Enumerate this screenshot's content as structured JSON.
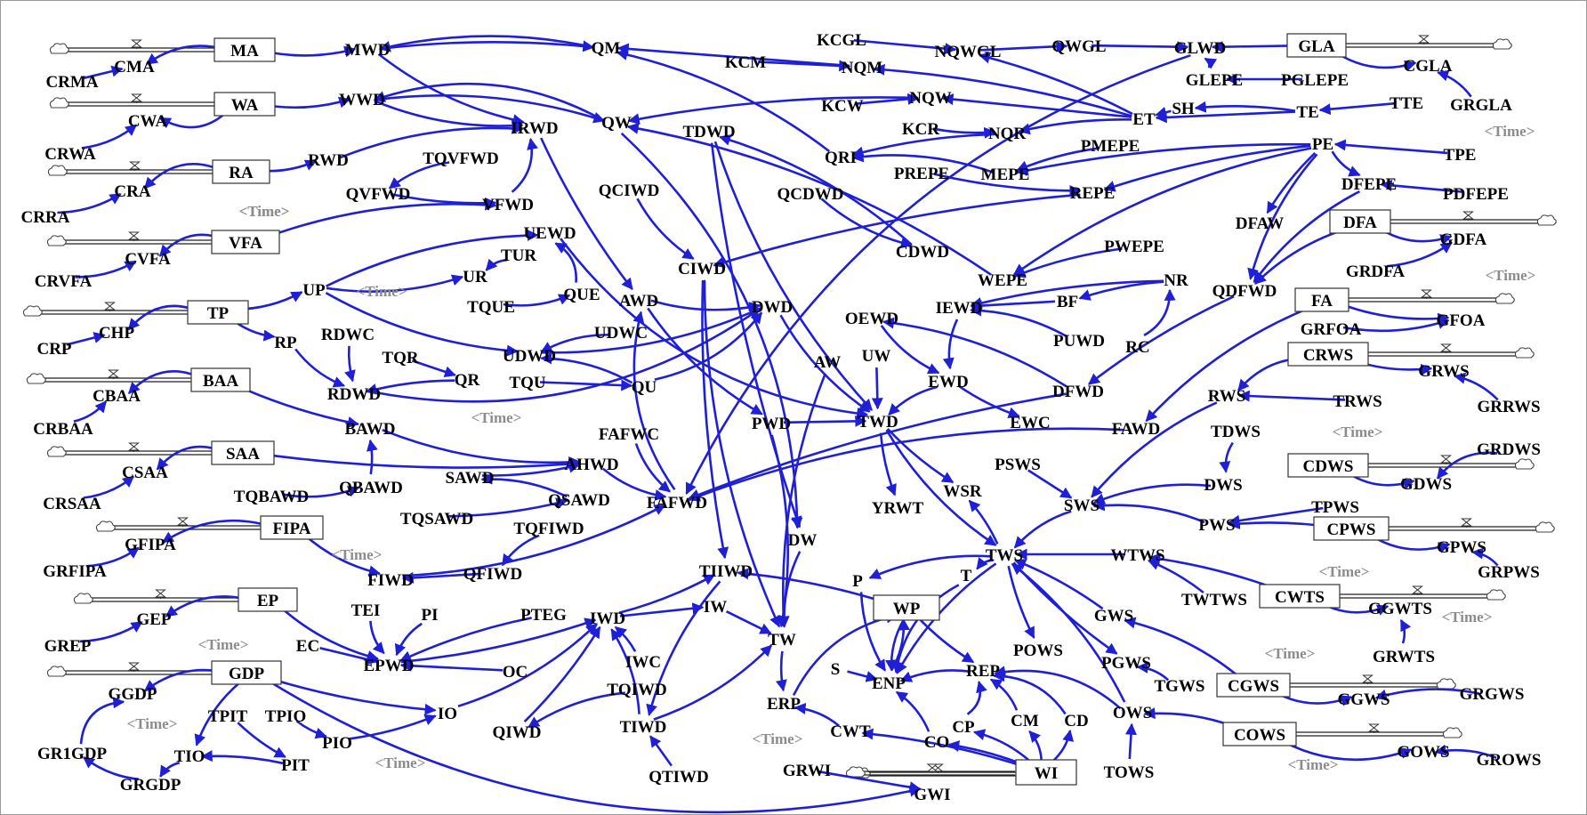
{
  "diagram": {
    "link_color": "#1f1fd6",
    "stocks": [
      {
        "id": "MA",
        "label": "MA"
      },
      {
        "id": "WA",
        "label": "WA"
      },
      {
        "id": "RA",
        "label": "RA"
      },
      {
        "id": "VFA",
        "label": "VFA"
      },
      {
        "id": "TP",
        "label": "TP"
      },
      {
        "id": "BAA",
        "label": "BAA"
      },
      {
        "id": "SAA",
        "label": "SAA"
      },
      {
        "id": "FIPA",
        "label": "FIPA"
      },
      {
        "id": "EP",
        "label": "EP"
      },
      {
        "id": "GDP",
        "label": "GDP"
      },
      {
        "id": "GLA",
        "label": "GLA"
      },
      {
        "id": "DFA",
        "label": "DFA"
      },
      {
        "id": "FA",
        "label": "FA"
      },
      {
        "id": "CRWS",
        "label": "CRWS"
      },
      {
        "id": "CDWS",
        "label": "CDWS"
      },
      {
        "id": "CPWS",
        "label": "CPWS"
      },
      {
        "id": "CWTS",
        "label": "CWTS"
      },
      {
        "id": "CGWS",
        "label": "CGWS"
      },
      {
        "id": "COWS",
        "label": "COWS"
      },
      {
        "id": "WP",
        "label": "WP"
      },
      {
        "id": "WI",
        "label": "WI"
      },
      {
        "id": "GWI",
        "label": "GWI"
      }
    ],
    "variables": [
      {
        "id": "CMA",
        "label": "CMA"
      },
      {
        "id": "CRMA",
        "label": "CRMA"
      },
      {
        "id": "CWA",
        "label": "CWA"
      },
      {
        "id": "CRWA",
        "label": "CRWA"
      },
      {
        "id": "CRA",
        "label": "CRA"
      },
      {
        "id": "CRRA",
        "label": "CRRA"
      },
      {
        "id": "CVFA",
        "label": "CVFA"
      },
      {
        "id": "CRVFA",
        "label": "CRVFA"
      },
      {
        "id": "CHP",
        "label": "CHP"
      },
      {
        "id": "CRP",
        "label": "CRP"
      },
      {
        "id": "CBAA",
        "label": "CBAA"
      },
      {
        "id": "CRBAA",
        "label": "CRBAA"
      },
      {
        "id": "CSAA",
        "label": "CSAA"
      },
      {
        "id": "CRSAA",
        "label": "CRSAA"
      },
      {
        "id": "GFIPA",
        "label": "GFIPA"
      },
      {
        "id": "GRFIPA",
        "label": "GRFIPA"
      },
      {
        "id": "GEP",
        "label": "GEP"
      },
      {
        "id": "GREP",
        "label": "GREP"
      },
      {
        "id": "GGDP",
        "label": "GGDP"
      },
      {
        "id": "GR1GDP",
        "label": "GR1GDP"
      },
      {
        "id": "GRGDP",
        "label": "GRGDP"
      },
      {
        "id": "MWD",
        "label": "MWD"
      },
      {
        "id": "WWD",
        "label": "WWD"
      },
      {
        "id": "RWD",
        "label": "RWD"
      },
      {
        "id": "IRWD",
        "label": "IRWD"
      },
      {
        "id": "TQVFWD",
        "label": "TQVFWD"
      },
      {
        "id": "QVFWD",
        "label": "QVFWD"
      },
      {
        "id": "VFWD",
        "label": "VFWD"
      },
      {
        "id": "UEWD",
        "label": "UEWD"
      },
      {
        "id": "TUR",
        "label": "TUR"
      },
      {
        "id": "UR",
        "label": "UR"
      },
      {
        "id": "UP",
        "label": "UP"
      },
      {
        "id": "RP",
        "label": "RP"
      },
      {
        "id": "TQUE",
        "label": "TQUE"
      },
      {
        "id": "QUE",
        "label": "QUE"
      },
      {
        "id": "RDWC",
        "label": "RDWC"
      },
      {
        "id": "UDWC",
        "label": "UDWC"
      },
      {
        "id": "UDWD",
        "label": "UDWD"
      },
      {
        "id": "TQR",
        "label": "TQR"
      },
      {
        "id": "QR",
        "label": "QR"
      },
      {
        "id": "TQU",
        "label": "TQU"
      },
      {
        "id": "QU",
        "label": "QU"
      },
      {
        "id": "RDWD",
        "label": "RDWD"
      },
      {
        "id": "BAWD",
        "label": "BAWD"
      },
      {
        "id": "QBAWD",
        "label": "QBAWD"
      },
      {
        "id": "TQBAWD",
        "label": "TQBAWD"
      },
      {
        "id": "SAWD",
        "label": "SAWD"
      },
      {
        "id": "AHWD",
        "label": "AHWD"
      },
      {
        "id": "QSAWD",
        "label": "QSAWD"
      },
      {
        "id": "TQSAWD",
        "label": "TQSAWD"
      },
      {
        "id": "TQFIWD",
        "label": "TQFIWD"
      },
      {
        "id": "QFIWD",
        "label": "QFIWD"
      },
      {
        "id": "FIWD",
        "label": "FIWD"
      },
      {
        "id": "FAFWC",
        "label": "FAFWC"
      },
      {
        "id": "FAFWD",
        "label": "FAFWD"
      },
      {
        "id": "TEI",
        "label": "TEI"
      },
      {
        "id": "PI",
        "label": "PI"
      },
      {
        "id": "EC",
        "label": "EC"
      },
      {
        "id": "EPWD",
        "label": "EPWD"
      },
      {
        "id": "OC",
        "label": "OC"
      },
      {
        "id": "PTEG",
        "label": "PTEG"
      },
      {
        "id": "IWD",
        "label": "IWD"
      },
      {
        "id": "IW",
        "label": "IW"
      },
      {
        "id": "TIIWD",
        "label": "TIIWD"
      },
      {
        "id": "IWC",
        "label": "IWC"
      },
      {
        "id": "TQIWD",
        "label": "TQIWD"
      },
      {
        "id": "QIWD",
        "label": "QIWD"
      },
      {
        "id": "TIWD",
        "label": "TIWD"
      },
      {
        "id": "QTIWD",
        "label": "QTIWD"
      },
      {
        "id": "IO",
        "label": "IO"
      },
      {
        "id": "TPIT",
        "label": "TPIT"
      },
      {
        "id": "TPIO",
        "label": "TPIO"
      },
      {
        "id": "PIO",
        "label": "PIO"
      },
      {
        "id": "TIO",
        "label": "TIO"
      },
      {
        "id": "PIT",
        "label": "PIT"
      },
      {
        "id": "QM",
        "label": "QM"
      },
      {
        "id": "QW",
        "label": "QW"
      },
      {
        "id": "KCM",
        "label": "KCM"
      },
      {
        "id": "NQM",
        "label": "NQM"
      },
      {
        "id": "KCGL",
        "label": "KCGL"
      },
      {
        "id": "NQWGL",
        "label": "NQWGL"
      },
      {
        "id": "QWGL",
        "label": "QWGL"
      },
      {
        "id": "GLWD",
        "label": "GLWD"
      },
      {
        "id": "CGLA",
        "label": "CGLA"
      },
      {
        "id": "GLEPE",
        "label": "GLEPE"
      },
      {
        "id": "PGLEPE",
        "label": "PGLEPE"
      },
      {
        "id": "KCW",
        "label": "KCW"
      },
      {
        "id": "NQW",
        "label": "NQW"
      },
      {
        "id": "KCR",
        "label": "KCR"
      },
      {
        "id": "NQR",
        "label": "NQR"
      },
      {
        "id": "ET",
        "label": "ET"
      },
      {
        "id": "SH",
        "label": "SH"
      },
      {
        "id": "TE",
        "label": "TE"
      },
      {
        "id": "TTE",
        "label": "TTE"
      },
      {
        "id": "GRGLA",
        "label": "GRGLA"
      },
      {
        "id": "TDWD",
        "label": "TDWD"
      },
      {
        "id": "QRI",
        "label": "QRI"
      },
      {
        "id": "PMEPE",
        "label": "PMEPE"
      },
      {
        "id": "PREPE",
        "label": "PREPE"
      },
      {
        "id": "MEPE",
        "label": "MEPE"
      },
      {
        "id": "PE",
        "label": "PE"
      },
      {
        "id": "TPE",
        "label": "TPE"
      },
      {
        "id": "QCIWD",
        "label": "QCIWD"
      },
      {
        "id": "QCDWD",
        "label": "QCDWD"
      },
      {
        "id": "REPE",
        "label": "REPE"
      },
      {
        "id": "DFEPE",
        "label": "DFEPE"
      },
      {
        "id": "PDFEPE",
        "label": "PDFEPE"
      },
      {
        "id": "CDWD",
        "label": "CDWD"
      },
      {
        "id": "DFAW",
        "label": "DFAW"
      },
      {
        "id": "GDFA",
        "label": "GDFA"
      },
      {
        "id": "PWEPE",
        "label": "PWEPE"
      },
      {
        "id": "CIWD",
        "label": "CIWD"
      },
      {
        "id": "WEPE",
        "label": "WEPE"
      },
      {
        "id": "NR",
        "label": "NR"
      },
      {
        "id": "QDFWD",
        "label": "QDFWD"
      },
      {
        "id": "GRDFA",
        "label": "GRDFA"
      },
      {
        "id": "AWD",
        "label": "AWD"
      },
      {
        "id": "DWD",
        "label": "DWD"
      },
      {
        "id": "IEWD",
        "label": "IEWD"
      },
      {
        "id": "BF",
        "label": "BF"
      },
      {
        "id": "GFOA",
        "label": "GFOA"
      },
      {
        "id": "GRFOA",
        "label": "GRFOA"
      },
      {
        "id": "OEWD",
        "label": "OEWD"
      },
      {
        "id": "PUWD",
        "label": "PUWD"
      },
      {
        "id": "RC",
        "label": "RC"
      },
      {
        "id": "AW",
        "label": "AW"
      },
      {
        "id": "UW",
        "label": "UW"
      },
      {
        "id": "EWD",
        "label": "EWD"
      },
      {
        "id": "DFWD",
        "label": "DFWD"
      },
      {
        "id": "GRWS",
        "label": "GRWS"
      },
      {
        "id": "RWS",
        "label": "RWS"
      },
      {
        "id": "TRWS",
        "label": "TRWS"
      },
      {
        "id": "GRRWS",
        "label": "GRRWS"
      },
      {
        "id": "PWD",
        "label": "PWD"
      },
      {
        "id": "TWD",
        "label": "TWD"
      },
      {
        "id": "EWC",
        "label": "EWC"
      },
      {
        "id": "FAWD",
        "label": "FAWD"
      },
      {
        "id": "TDWS",
        "label": "TDWS"
      },
      {
        "id": "GRDWS",
        "label": "GRDWS"
      },
      {
        "id": "PSWS",
        "label": "PSWS"
      },
      {
        "id": "WSR",
        "label": "WSR"
      },
      {
        "id": "DWS",
        "label": "DWS"
      },
      {
        "id": "GDWS",
        "label": "GDWS"
      },
      {
        "id": "SWS",
        "label": "SWS"
      },
      {
        "id": "YRWT",
        "label": "YRWT"
      },
      {
        "id": "TPWS",
        "label": "TPWS"
      },
      {
        "id": "PWS",
        "label": "PWS"
      },
      {
        "id": "DW",
        "label": "DW"
      },
      {
        "id": "GPWS",
        "label": "GPWS"
      },
      {
        "id": "TWS",
        "label": "TWS"
      },
      {
        "id": "WTWS",
        "label": "WTWS"
      },
      {
        "id": "P",
        "label": "P"
      },
      {
        "id": "T",
        "label": "T"
      },
      {
        "id": "GRPWS",
        "label": "GRPWS"
      },
      {
        "id": "TWTWS",
        "label": "TWTWS"
      },
      {
        "id": "GWS",
        "label": "GWS"
      },
      {
        "id": "GGWTS",
        "label": "GGWTS"
      },
      {
        "id": "TW",
        "label": "TW"
      },
      {
        "id": "GRWTS",
        "label": "GRWTS"
      },
      {
        "id": "POWS",
        "label": "POWS"
      },
      {
        "id": "PGWS",
        "label": "PGWS"
      },
      {
        "id": "TGWS",
        "label": "TGWS"
      },
      {
        "id": "S",
        "label": "S"
      },
      {
        "id": "ENP",
        "label": "ENP"
      },
      {
        "id": "REP",
        "label": "REP"
      },
      {
        "id": "GGWS",
        "label": "GGWS"
      },
      {
        "id": "GRGWS",
        "label": "GRGWS"
      },
      {
        "id": "ERP",
        "label": "ERP"
      },
      {
        "id": "OWS",
        "label": "OWS"
      },
      {
        "id": "CM",
        "label": "CM"
      },
      {
        "id": "CD",
        "label": "CD"
      },
      {
        "id": "CP",
        "label": "CP"
      },
      {
        "id": "CWT",
        "label": "CWT"
      },
      {
        "id": "CO",
        "label": "CO"
      },
      {
        "id": "GOWS",
        "label": "GOWS"
      },
      {
        "id": "GROWS",
        "label": "GROWS"
      },
      {
        "id": "TOWS",
        "label": "TOWS"
      },
      {
        "id": "GRWI",
        "label": "GRWI"
      }
    ],
    "shadow_label": "<Time>",
    "shadow_count": 16
  }
}
